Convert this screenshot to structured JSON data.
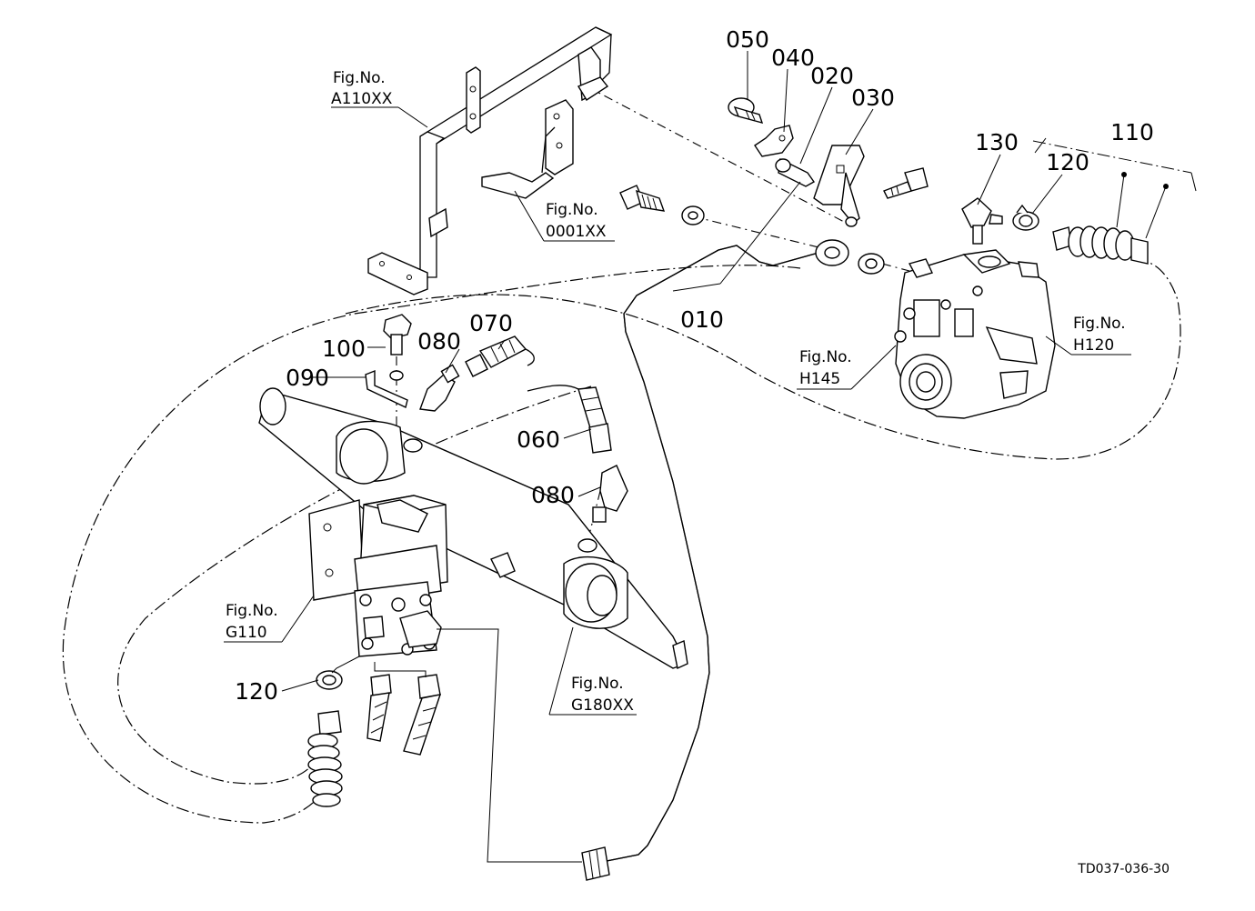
{
  "part_labels": {
    "p010": "010",
    "p020": "020",
    "p030": "030",
    "p040": "040",
    "p050": "050",
    "p060": "060",
    "p070": "070",
    "p080a": "080",
    "p080b": "080",
    "p090": "090",
    "p100": "100",
    "p110": "110",
    "p120a": "120",
    "p120b": "120",
    "p130": "130"
  },
  "figure_refs": {
    "a110": {
      "prefix": "Fig.No.",
      "code": "A110XX"
    },
    "f0001": {
      "prefix": "Fig.No.",
      "code": "0001XX"
    },
    "h145": {
      "prefix": "Fig.No.",
      "code": "H145"
    },
    "h120": {
      "prefix": "Fig.No.",
      "code": "H120"
    },
    "g110": {
      "prefix": "Fig.No.",
      "code": "G110"
    },
    "g180": {
      "prefix": "Fig.No.",
      "code": "G180XX"
    }
  },
  "drawing_code": "TD037-036-30"
}
